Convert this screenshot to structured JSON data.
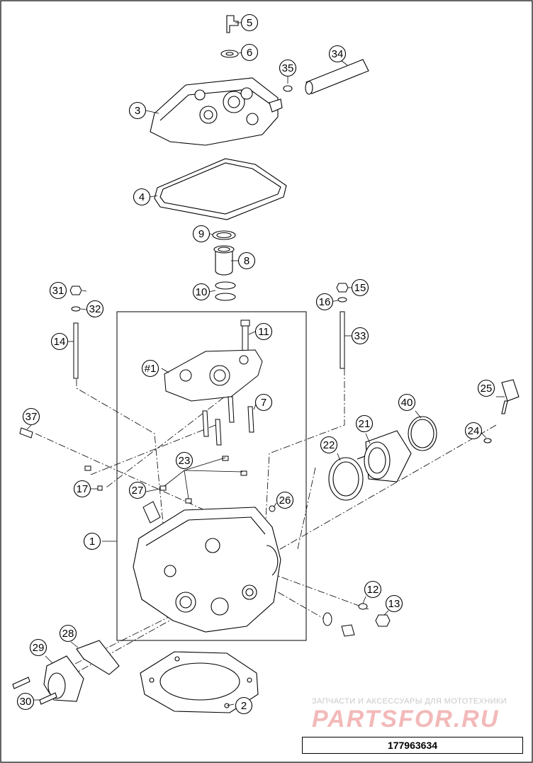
{
  "callouts": [
    "5",
    "6",
    "34",
    "35",
    "3",
    "4",
    "9",
    "8",
    "10",
    "31",
    "32",
    "14",
    "15",
    "16",
    "33",
    "11",
    "#1",
    "7",
    "37",
    "25",
    "40",
    "21",
    "24",
    "22",
    "23",
    "17",
    "27",
    "26",
    "1",
    "12",
    "13",
    "28",
    "29",
    "30",
    "2"
  ],
  "watermark": {
    "caption": "ЗАПЧАСТИ И АКСЕССУАРЫ ДЛЯ МОТОТЕХНИКИ",
    "brand": "PARTSFOR.RU"
  },
  "document_number": "177963634",
  "colors": {
    "line": "#000000",
    "watermark_red": "#f3b9b9",
    "watermark_gray": "#c9c9c9"
  }
}
